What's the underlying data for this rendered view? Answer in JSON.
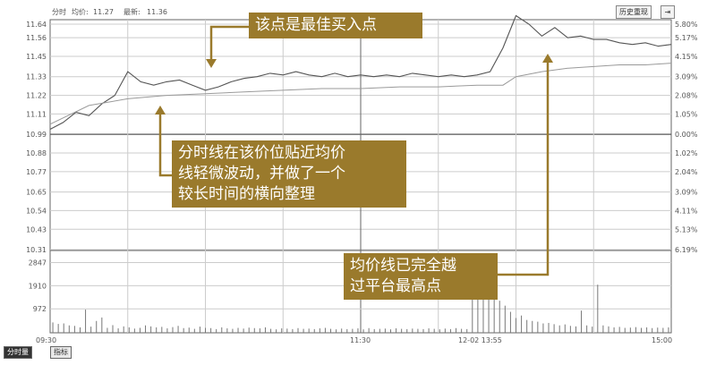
{
  "header": {
    "mode_label": "分时",
    "avg_label": "均价:",
    "avg_value": "11.27",
    "last_label": "最新:",
    "last_value": "11.36",
    "history_button": "历史重现",
    "nav_icon": "arrow-to-right-icon"
  },
  "tabs": [
    "分时量",
    "指标"
  ],
  "annotations": {
    "buy_point": "该点是最佳买入点",
    "consolidation": [
      "分时线在该价位贴近均价",
      "线轻微波动，并做了一个",
      "较长时间的横向整理"
    ],
    "breakout": [
      "均价线已完全越",
      "过平台最高点"
    ]
  },
  "colors": {
    "annotation_bg": "#9a7a2c",
    "price_line": "#555555",
    "avg_line": "#9a9a9a",
    "volume_bar": "#777777",
    "grid": "#cccccc"
  },
  "chart_data": [
    {
      "type": "line",
      "title": "",
      "series": [
        {
          "name": "",
          "x": [
            "09:30",
            "09:35",
            "09:40",
            "09:45",
            "09:50",
            "09:55",
            "10:00",
            "10:05",
            "10:10",
            "10:15",
            "10:20",
            "10:25",
            "10:30",
            "10:35",
            "10:40",
            "10:45",
            "10:50",
            "10:55",
            "11:00",
            "11:05",
            "11:10",
            "11:15",
            "11:20",
            "11:25",
            "11:30",
            "13:05",
            "13:10",
            "13:15",
            "13:20",
            "13:25",
            "13:30",
            "13:35",
            "13:40",
            "13:45",
            "13:50",
            "13:55",
            "14:00",
            "14:05",
            "14:10",
            "14:15",
            "14:20",
            "14:25",
            "14:30",
            "14:35",
            "14:40",
            "14:45",
            "14:50",
            "14:55",
            "15:00"
          ],
          "values": [
            11.02,
            11.06,
            11.12,
            11.1,
            11.17,
            11.22,
            11.36,
            11.3,
            11.28,
            11.3,
            11.31,
            11.28,
            11.25,
            11.27,
            11.3,
            11.32,
            11.33,
            11.35,
            11.34,
            11.36,
            11.34,
            11.33,
            11.35,
            11.33,
            11.34,
            11.33,
            11.34,
            11.33,
            11.35,
            11.34,
            11.33,
            11.34,
            11.33,
            11.34,
            11.36,
            11.5,
            11.69,
            11.64,
            11.57,
            11.62,
            11.56,
            11.57,
            11.55,
            11.55,
            11.53,
            11.52,
            11.53,
            11.51,
            11.52
          ]
        },
        {
          "name": "",
          "x": [
            "09:30",
            "09:45",
            "10:00",
            "10:15",
            "10:30",
            "10:45",
            "11:00",
            "11:15",
            "11:30",
            "13:15",
            "13:30",
            "13:45",
            "13:55",
            "14:00",
            "14:10",
            "14:20",
            "14:30",
            "14:40",
            "14:50",
            "15:00"
          ],
          "values": [
            11.05,
            11.16,
            11.2,
            11.22,
            11.23,
            11.24,
            11.25,
            11.26,
            11.26,
            11.27,
            11.27,
            11.28,
            11.28,
            11.33,
            11.36,
            11.38,
            11.39,
            11.4,
            11.4,
            11.41
          ]
        }
      ],
      "y_ticks": [
        "11.64",
        "11.56",
        "11.45",
        "11.33",
        "11.22",
        "11.11",
        "10.99",
        "10.88",
        "10.77",
        "10.65",
        "10.54",
        "10.43",
        "10.31"
      ],
      "y_pct_ticks": [
        "5.80%",
        "5.17%",
        "4.15%",
        "3.09%",
        "2.08%",
        "1.05%",
        "0.00%",
        "1.02%",
        "2.04%",
        "3.09%",
        "4.11%",
        "5.13%",
        "6.19%"
      ],
      "ylim": [
        10.31,
        11.64
      ],
      "base_price": "10.99",
      "x_ticks": [
        "09:30",
        "11:30",
        "12-02 13:55",
        "15:00"
      ],
      "grid": true
    },
    {
      "type": "bar",
      "title": "",
      "y_ticks": [
        "2847",
        "1910",
        "972"
      ],
      "ylim": [
        0,
        3300
      ],
      "values": [
        420,
        360,
        380,
        300,
        280,
        220,
        940,
        250,
        480,
        620,
        200,
        310,
        180,
        260,
        220,
        170,
        200,
        300,
        260,
        220,
        240,
        180,
        230,
        280,
        190,
        210,
        160,
        250,
        200,
        190,
        150,
        220,
        180,
        160,
        200,
        170,
        210,
        190,
        180,
        220,
        160,
        140,
        180,
        170,
        150,
        190,
        160,
        170,
        150,
        180,
        200,
        160,
        140,
        170,
        150,
        160,
        180,
        140,
        190,
        150,
        160,
        170,
        140,
        180,
        160,
        150,
        170,
        160,
        150,
        180,
        160,
        140,
        170,
        150,
        190,
        160,
        150,
        1500,
        3100,
        2600,
        2300,
        1700,
        1300,
        1100,
        850,
        600,
        700,
        520,
        480,
        450,
        380,
        400,
        350,
        300,
        340,
        280,
        260,
        900,
        300,
        250,
        1950,
        300,
        260,
        220,
        240,
        200,
        210,
        230,
        200,
        220,
        190,
        210,
        200,
        220
      ]
    }
  ]
}
